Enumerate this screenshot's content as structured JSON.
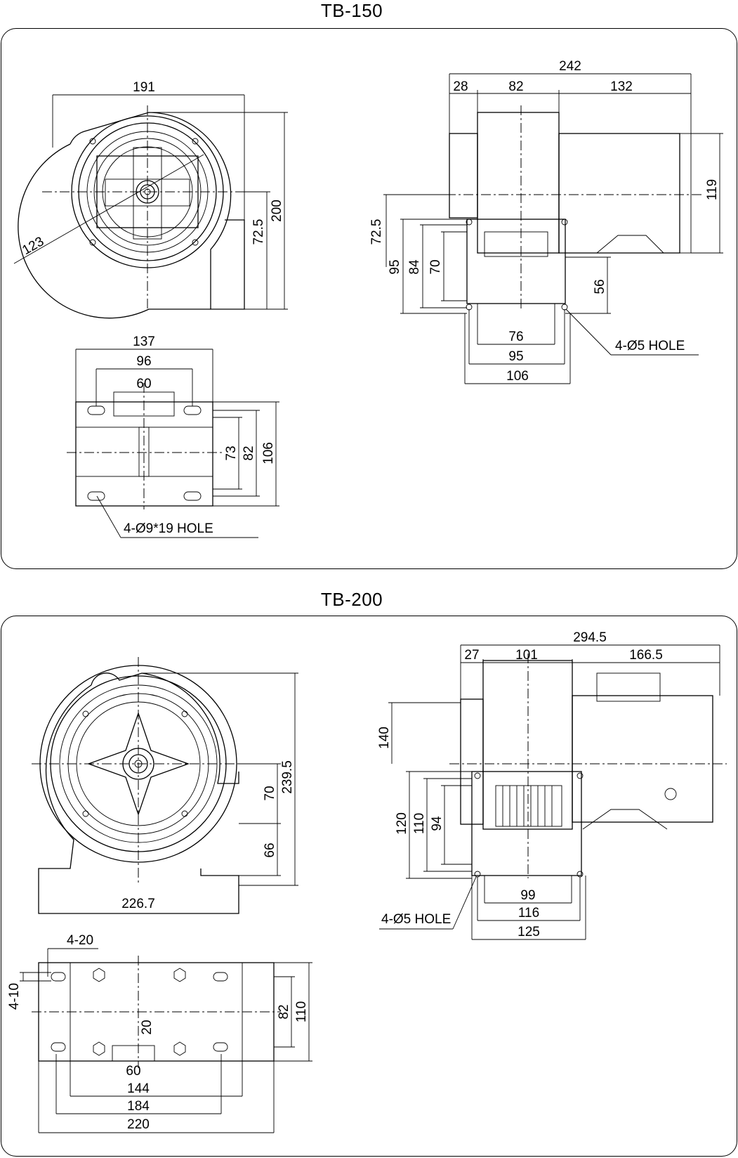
{
  "sections": [
    {
      "title": "TB-150",
      "front_view": {
        "width": "191",
        "height": "200",
        "offset": "72.5",
        "radius": "123"
      },
      "side_view": {
        "total": "242",
        "seg1": "28",
        "seg2": "82",
        "seg3": "132",
        "motor_h": "119",
        "outlet_off": "72.5",
        "flange_h": "95",
        "flange_in": "84",
        "flange_open": "70",
        "foot": "56",
        "w1": "76",
        "w2": "95",
        "w3": "106",
        "hole_note": "4-Ø5 HOLE"
      },
      "base_view": {
        "w1": "137",
        "w2": "96",
        "w3": "60",
        "h1": "73",
        "h2": "82",
        "h3": "106",
        "hole_note": "4-Ø9*19 HOLE"
      }
    },
    {
      "title": "TB-200",
      "front_view": {
        "height": "239.5",
        "offset": "70",
        "base_h": "66",
        "width": "226.7"
      },
      "side_view": {
        "total": "294.5",
        "seg1": "27",
        "seg2": "101",
        "seg3": "166.5",
        "outlet_off": "140",
        "flange_h": "120",
        "flange_in": "110",
        "flange_open": "94",
        "w1": "99",
        "w2": "116",
        "w3": "125",
        "hole_note": "4-Ø5 HOLE"
      },
      "base_view": {
        "slot_note": "4-20",
        "slot_w": "4-10",
        "inner": "20",
        "w1": "60",
        "w2": "144",
        "w3": "184",
        "w4": "220",
        "h1": "82",
        "h2": "110"
      }
    }
  ]
}
